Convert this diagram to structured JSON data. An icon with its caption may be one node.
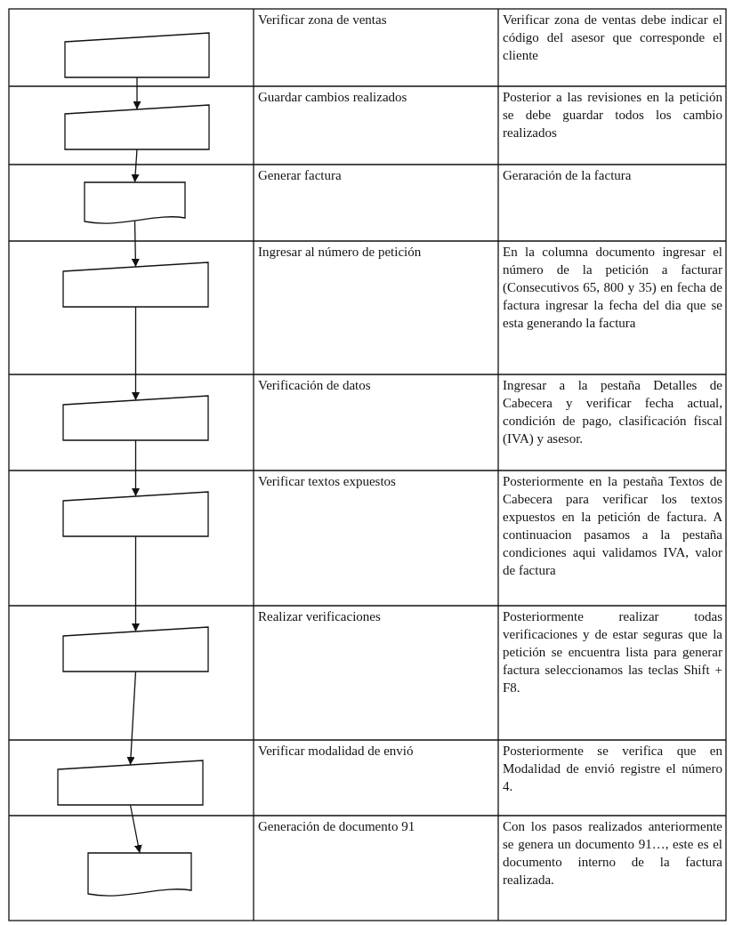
{
  "diagram": {
    "nodes": [
      {
        "text": [],
        "shape": "trapezoid"
      },
      {
        "text": [],
        "shape": "trapezoid"
      },
      {
        "text": [],
        "shape": "document"
      },
      {
        "text": [],
        "shape": "trapezoid"
      },
      {
        "text": [],
        "shape": "trapezoid"
      },
      {
        "text": [],
        "shape": "trapezoid"
      },
      {
        "text": [],
        "shape": "trapezoid"
      },
      {
        "text": [],
        "shape": "trapezoid"
      },
      {
        "text": [],
        "shape": "document"
      }
    ],
    "edges": [
      {
        "from": 0,
        "to": 1,
        "arrow": "to"
      },
      {
        "from": 1,
        "to": 2,
        "arrow": "to"
      },
      {
        "from": 2,
        "to": 3,
        "arrow": "to"
      },
      {
        "from": 3,
        "to": 4,
        "arrow": "to"
      },
      {
        "from": 4,
        "to": 5,
        "arrow": "to"
      },
      {
        "from": 5,
        "to": 6,
        "arrow": "to"
      },
      {
        "from": 6,
        "to": 7,
        "arrow": "to"
      },
      {
        "from": 7,
        "to": 8,
        "arrow": "to"
      }
    ],
    "labels": [
      "Verificar zona de ventas",
      "Verificar zona de ventas debe indicar el código del asesor que corresponde el cliente",
      "Guardar cambios realizados",
      "Posterior a las revisiones en la petición se debe guardar todos los cambio realizados",
      "Generar factura",
      "Geraración de la factura",
      "Ingresar al número de petición",
      "En la columna documento ingresar el número de la petición a facturar (Consecutivos 65, 800 y 35) en fecha de factura ingresar la fecha del dia que se esta generando la factura",
      "Verificación de datos",
      "Ingresar a la pestaña Detalles de Cabecera y verificar fecha actual, condición de pago, clasificación fiscal (IVA) y asesor.",
      "Verificar textos expuestos",
      "Posteriormente en la pestaña Textos de Cabecera para verificar los textos expuestos en la petición de factura. A continuacion pasamos a la pestaña condiciones aqui validamos IVA, valor de factura",
      "Realizar verificaciones",
      "Posteriormente realizar todas verificaciones y de estar seguras que la petición se encuentra lista para generar factura seleccionamos las teclas Shift + F8.",
      "Verificar modalidad de envió",
      "Posteriormente se verifica que en Modalidad de envió registre el número 4.",
      "Generación de documento 91",
      "Con los pasos realizados anteriormente se genera un documento 91…, este es el documento interno de la factura realizada."
    ]
  }
}
